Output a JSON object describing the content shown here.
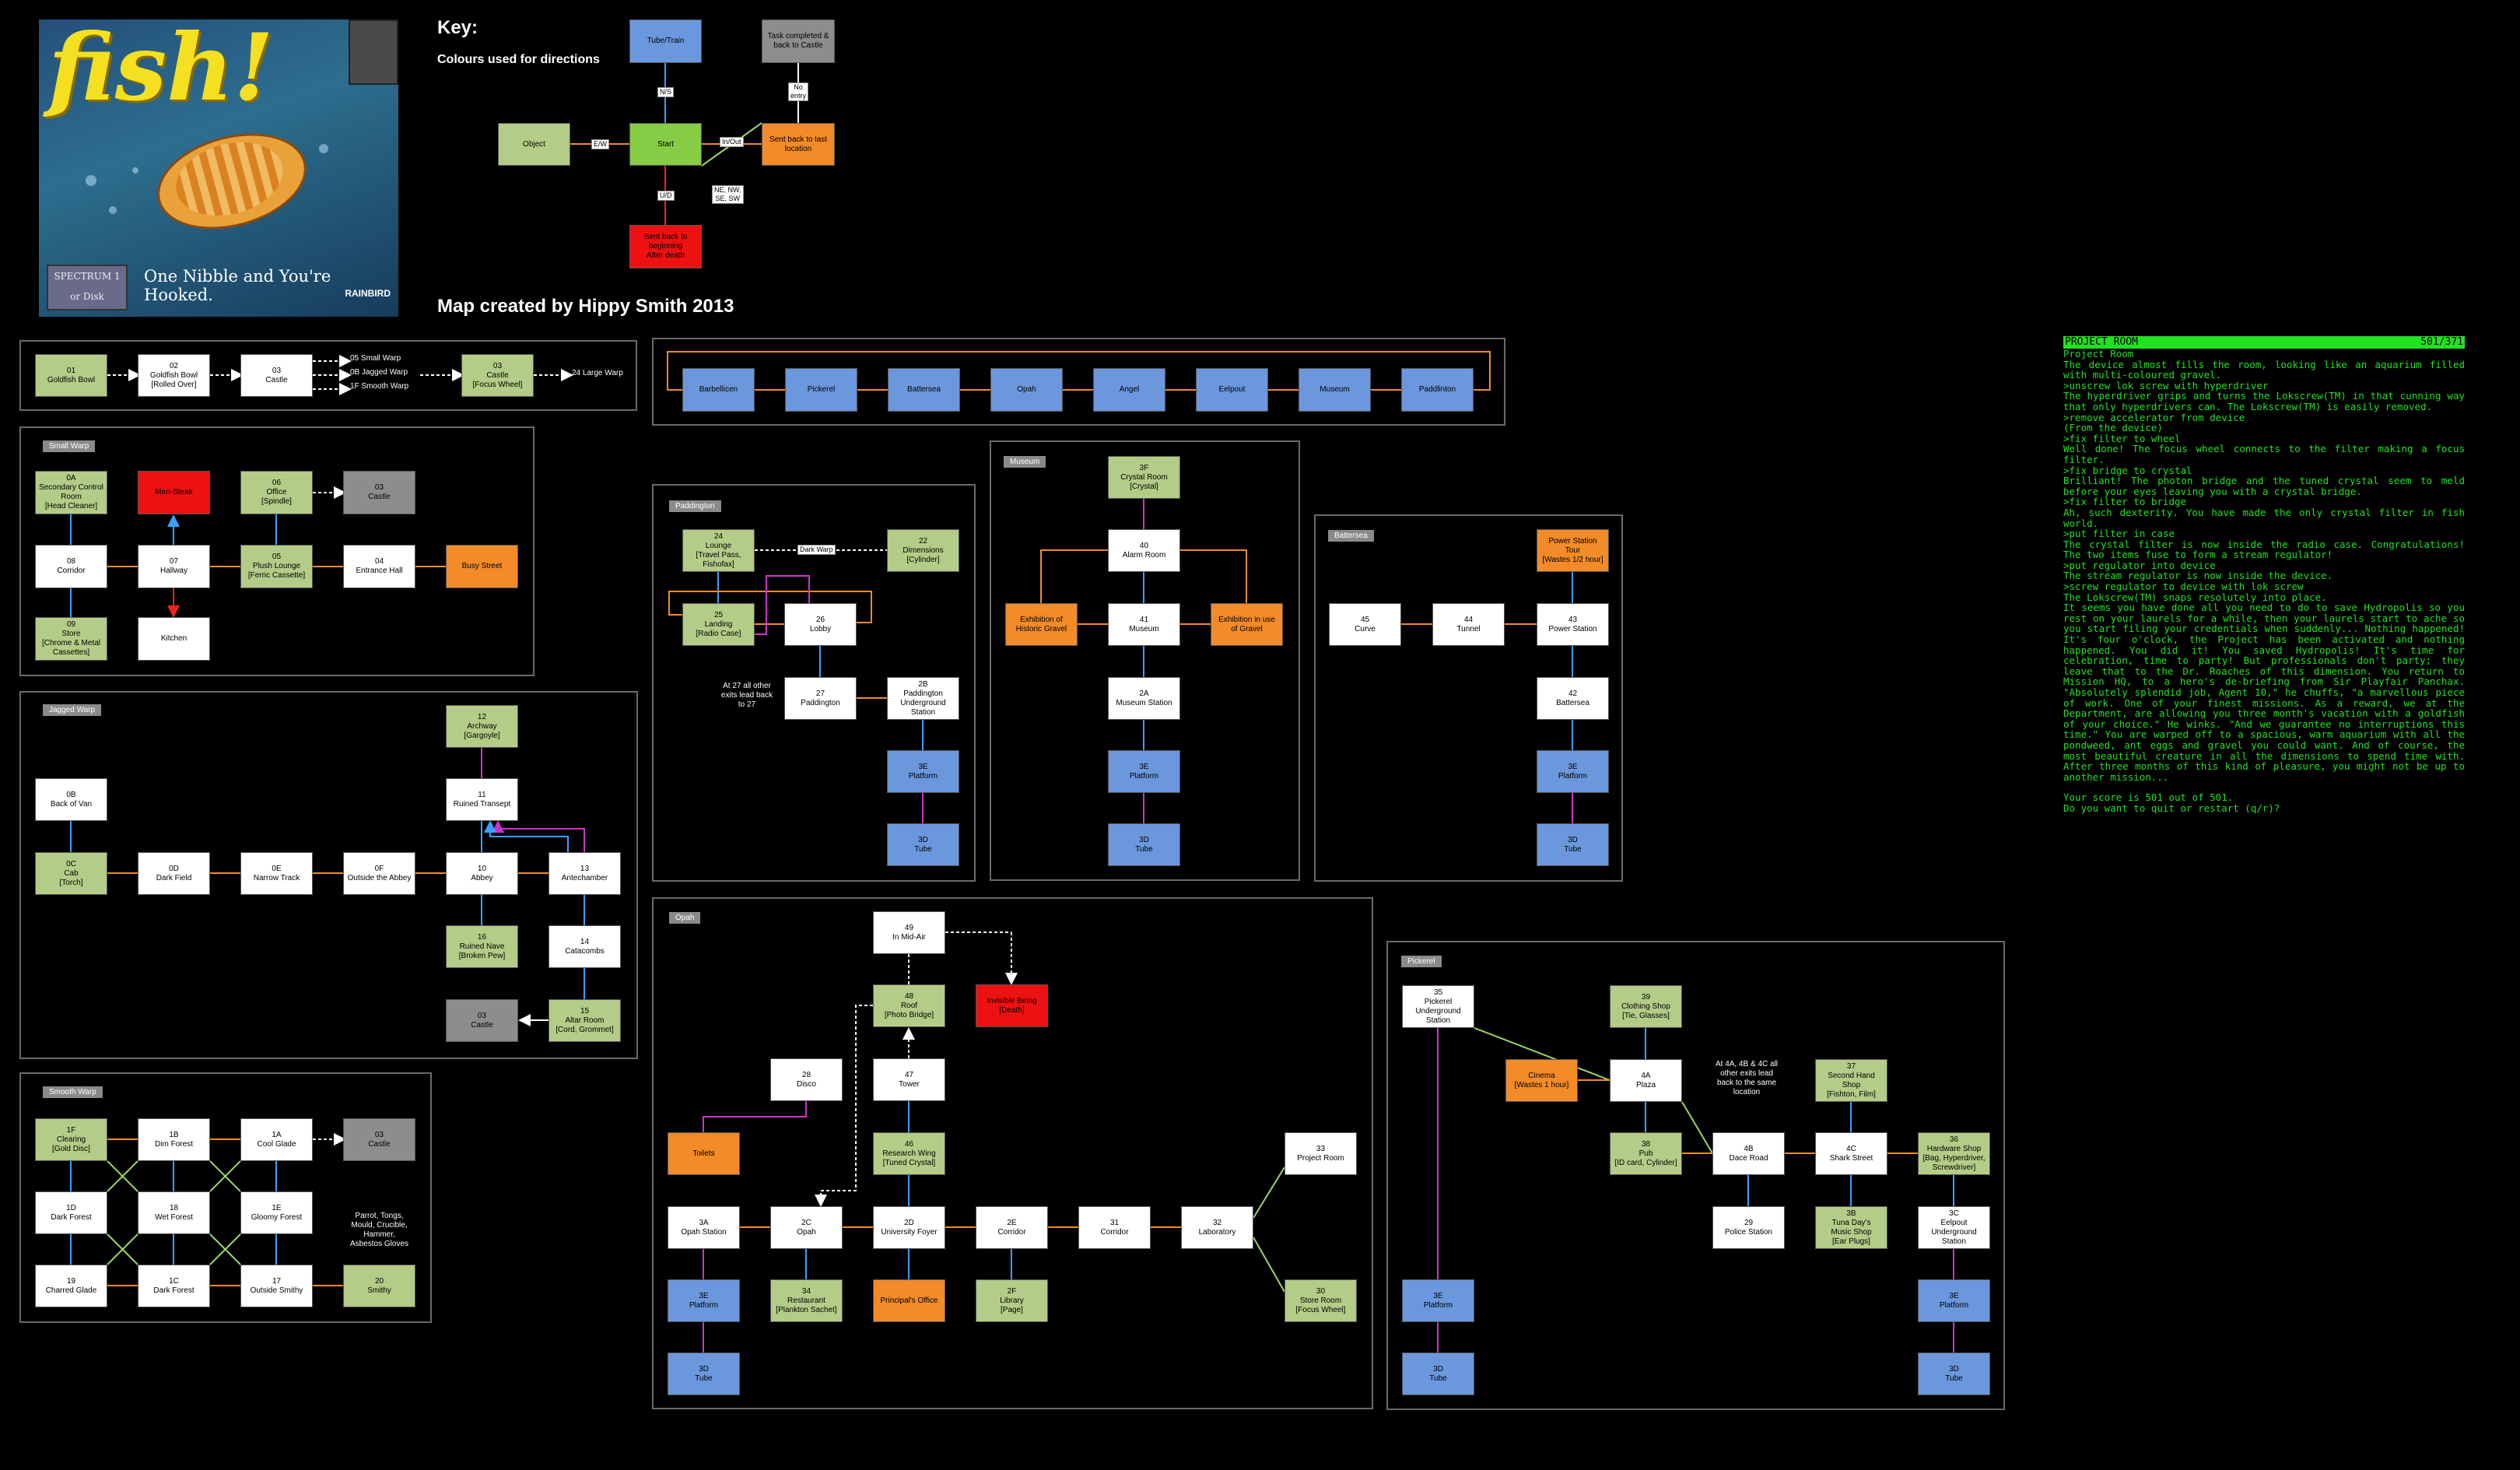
{
  "cover": {
    "logo": "fish!",
    "tagline": "One Nibble and You're Hooked.",
    "spectrum": "SPECTRUM\n1 or Disk",
    "brand": "RAINBIRD"
  },
  "key": {
    "title": "Key:",
    "subtitle": "Colours used for directions",
    "credit": "Map created by Hippy Smith 2013",
    "nodes": {
      "tube": "Tube/Train",
      "task": "Task completed &\nback to Castle",
      "object": "Object",
      "start": "Start",
      "sent": "Sent back to last\nlocation",
      "death": "Sent back to\nbeginning\nAfter death"
    },
    "labels": {
      "ns": "N/S",
      "ew": "E/W",
      "inout": "In/Out",
      "ud": "U/D",
      "noentry": "No\nentry",
      "diag": "NE, NW,\nSE, SW"
    }
  },
  "panels": {
    "top": {
      "n01": "01\nGoldfish Bowl",
      "n02": "02\nGoldfish Bowl\n[Rolled Over]",
      "n03": "03\nCastle",
      "n03b": "03\nCastle\n[Focus Wheel]",
      "w05": "05 Small Warp",
      "w0b": "0B Jagged Warp",
      "w1f": "1F Smooth Warp",
      "w24": "24 Large Warp"
    },
    "tube": {
      "stations": [
        "Barbellicen",
        "Pickerel",
        "Battersea",
        "Opah",
        "Angel",
        "Eelpout",
        "Museum",
        "Paddlinton"
      ]
    },
    "small": {
      "title": "Small Warp",
      "n0a": "0A\nSecondary Control\nRoom\n[Head Cleaner]",
      "mm": "Man-Steak",
      "n06": "06\nOffice\n[Spindle]",
      "n03": "03\nCastle",
      "n08": "08\nCorridor",
      "n07": "07\nHallway",
      "n05": "05\nPlush Lounge\n[Ferric Cassette]",
      "n04": "04\nEntrance Hall",
      "busy": "Busy Street",
      "n09": "09\nStore\n[Chrome & Metal\nCassettes]",
      "kitchen": "Kitchen"
    },
    "jagged": {
      "title": "Jagged Warp",
      "n12": "12\nArchway\n[Gargoyle]",
      "n0b": "0B\nBack of Van",
      "n11": "11\nRuined Transept",
      "n0c": "0C\nCab\n[Torch]",
      "n0d": "0D\nDark Field",
      "n0e": "0E\nNarrow Track",
      "n0f": "0F\nOutside the Abbey",
      "n10": "10\nAbbey",
      "n13": "13\nAntechamber",
      "n16": "16\nRuined Nave\n[Broken Pew]",
      "n14": "14\nCatacombs",
      "n03": "03\nCastle",
      "n15": "15\nAltar Room\n[Cord, Grommet]"
    },
    "smooth": {
      "title": "Smooth Warp",
      "n1f": "1F\nClearing\n[Gold Disc]",
      "n1b": "1B\nDim Forest",
      "n1a": "1A\nCool Glade",
      "n03": "03\nCastle",
      "n1d": "1D\nDark Forest",
      "n18": "18\nWet Forest",
      "n1e": "1E\nGloomy Forest",
      "note": "Parrot, Tongs,\nMould, Crucible,\nHammer,\nAsbestos Gloves",
      "n19": "19\nCharred Glade",
      "n1c": "1C\nDark Forest",
      "n17": "17\nOutside Smithy",
      "n20": "20\nSmithy"
    },
    "paddington": {
      "title": "Paddington",
      "n24": "24\nLounge\n[Travel Pass,\nFishofax]",
      "dark": "Dark Warp",
      "n22": "22\nDimensions\n[Cylinder]",
      "n25": "25\nLanding\n[Radio Case]",
      "n26": "26\nLobby",
      "note": "At 27 all other\nexits lead back\nto 27",
      "n27": "27\nPaddington",
      "n2b": "2B\nPaddington\nUnderground\nStation",
      "n3e": "3E\nPlatform",
      "n3d": "3D\nTube"
    },
    "museum": {
      "title": "Museum",
      "n3f": "3F\nCrystal Room\n[Crystal]",
      "n40": "40\nAlarm Room",
      "exh1": "Exhibition of\nHistoric Gravel",
      "n41": "41\nMuseum",
      "exh2": "Exhibition in use\nof Gravel",
      "n2a": "2A\nMuseum Station",
      "n3e": "3E\nPlatform",
      "n3d": "3D\nTube"
    },
    "battersea": {
      "title": "Battersea",
      "tour": "Power Station\nTour\n[Wastes 1/2 hour]",
      "n45": "45\nCurve",
      "n44": "44\nTunnel",
      "n43": "43\nPower Station",
      "n42": "42\nBattersea",
      "n3e": "3E\nPlatform",
      "n3d": "3D\nTube"
    },
    "opah": {
      "title": "Opah",
      "n49": "49\nIn Mid-Air",
      "n48": "48\nRoof\n[Photo Bridge]",
      "red": "Invisible Being\n[Death]",
      "n28": "28\nDisco",
      "n47": "47\nTower",
      "toilets": "Toilets",
      "n46": "46\nResearch Wing\n[Tuned Crystal]",
      "n33": "33\nProject Room",
      "n3a": "3A\nOpah Station",
      "n2c": "2C\nOpah",
      "n2d": "2D\nUniversity Foyer",
      "n2e": "2E\nCorridor",
      "n31": "31\nCorridor",
      "n32": "32\nLaboratory",
      "n3e": "3E\nPlatform",
      "n34": "34\nRestaurant\n[Plankton Sachet]",
      "princ": "Principal's Office",
      "n2f": "2F\nLibrary\n[Page]",
      "n30": "30\nStore Room\n[Focus Wheel]",
      "n3d": "3D\nTube"
    },
    "pickerel": {
      "title": "Pickerel",
      "n35": "35\nPickerel\nUnderground\nStation",
      "n39": "39\nClothing Shop\n[Tie, Glasses]",
      "cinema": "Cinema\n[Wastes 1 hour]",
      "n4a": "4A\nPlaza",
      "note": "At 4A, 4B & 4C all\nother exits lead\nback to the same\nlocation",
      "n37": "37\nSecond Hand\nShop\n[Fishton, Film]",
      "n38": "38\nPub\n[ID card, Cylinder]",
      "n4b": "4B\nDace Road",
      "n4c": "4C\nShark Street",
      "n36": "36\nHardware Shop\n[Bag, Hyperdriver,\nScrewdriver]",
      "n29": "29\nPolice Station",
      "n3b": "3B\nTuna Day's\nMusic Shop\n[Ear Plugs]",
      "n3c": "3C\nEelpout\nUnderground\nStation",
      "n3e1": "3E\nPlatform",
      "n3e2": "3E\nPlatform",
      "n3d1": "3D\nTube",
      "n3d2": "3D\nTube"
    }
  },
  "terminal": {
    "header_left": "PROJECT ROOM",
    "header_right": "501/371",
    "lines": [
      "Project Room",
      "The device almost fills the room, looking like an aquarium filled with multi-coloured gravel.",
      ">unscrew lok screw with hyperdriver",
      "The hyperdriver grips and turns the Lokscrew(TM) in that cunning way that only hyperdrivers can. The Lokscrew(TM) is easily removed.",
      ">remove accelerator from device",
      "(From the device)",
      ">fix filter to wheel",
      "Well done! The focus wheel connects to the filter making a focus filter.",
      ">fix bridge to crystal",
      "Brilliant! The photon bridge and the tuned crystal seem to meld before your eyes leaving you with a crystal bridge.",
      ">fix filter to bridge",
      "Ah, such dexterity. You have made the only crystal filter in fish world.",
      ">put filter in case",
      "The crystal filter is now inside the radio case. Congratulations! The two items fuse to form a stream regulator!",
      ">put regulator into device",
      "The stream regulator is now inside the device.",
      ">screw regulator to device with lok screw",
      "The Lokscrew(TM) snaps resolutely into place.",
      "It seems you have done all you need to do to save Hydropolis so you rest on your laurels for a while, then your laurels start to ache so you start filing your credentials when suddenly... Nothing happened! It's four o'clock, the Project has been activated and nothing happened. You did it! You saved Hydropolis! It's time for celebration, time to party! But professionals don't party; they leave that to the Dr. Roaches of this dimension. You return to Mission HQ, to a hero's de-briefing from Sir Playfair Panchax. \"Absolutely splendid job, Agent 10,\" he chuffs, \"a marvellous piece of work. One of your finest missions. As a reward, we at the Department, are allowing you three month's vacation with a goldfish of your choice.\" He winks. \"And we guarantee no interruptions this time.\" You are warped off to a spacious, warm aquarium with all the pondweed, ant eggs and gravel you could want. And of course, the most beautiful creature in all the dimensions to spend time with. After three months of this kind of pleasure, you might not be up to another mission...",
      "",
      "Your score is 501 out of 501.",
      "Do you want to quit or restart (q/r)?"
    ]
  }
}
